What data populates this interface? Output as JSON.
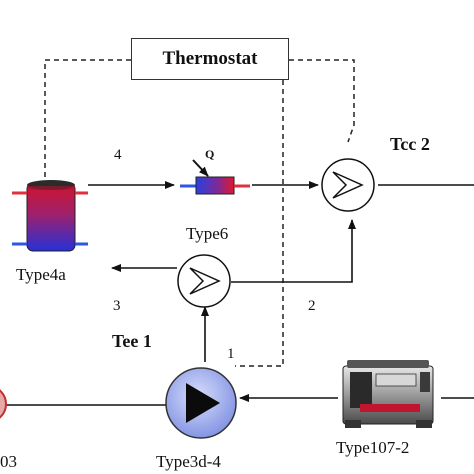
{
  "diagram": {
    "thermostat_label": "Thermostat",
    "components": {
      "type4a": "Type4a",
      "type6": "Type6",
      "type3d4": "Type3d-4",
      "type107": "Type107-2",
      "tee1": "Tee 1",
      "tcc2": "Tcc 2",
      "left_partial": "03"
    },
    "heater_q_label": "Q",
    "flow_labels": {
      "f1": "1",
      "f2": "2",
      "f3": "3",
      "f4": "4"
    }
  },
  "colors": {
    "line": "#111111",
    "dashed": "#222222",
    "tank_top": "#c0152f",
    "tank_bottom": "#2a2fd6",
    "pump_fill": "#8a9ae8",
    "port_hot": "#e03040",
    "port_cold": "#2b56e6"
  }
}
